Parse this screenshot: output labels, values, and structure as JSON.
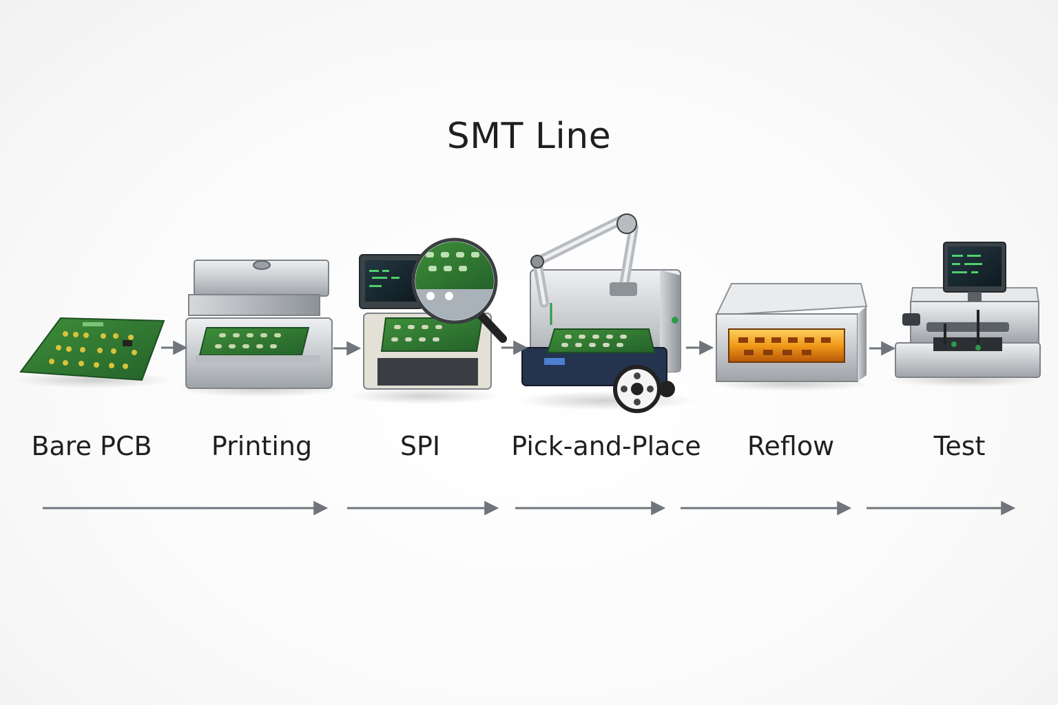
{
  "title": "SMT Line",
  "stages": [
    {
      "label": "Bare PCB"
    },
    {
      "label": "Printing"
    },
    {
      "label": "SPI"
    },
    {
      "label": "Pick-and-Place"
    },
    {
      "label": "Reflow"
    },
    {
      "label": "Test"
    }
  ],
  "colors": {
    "pcb_green": "#2f7a2f",
    "pad_yellow": "#d9c33a",
    "machine_gray": "#c9cccf",
    "arrow_gray": "#6f757b",
    "oven_glow": "#f0a020",
    "screen_dark": "#1c2a33"
  },
  "icons": [
    "pcb-board-icon",
    "stencil-printer-icon",
    "spi-inspection-icon",
    "magnifier-icon",
    "robot-arm-icon",
    "reflow-oven-icon",
    "test-station-icon",
    "flow-arrow-icon"
  ]
}
